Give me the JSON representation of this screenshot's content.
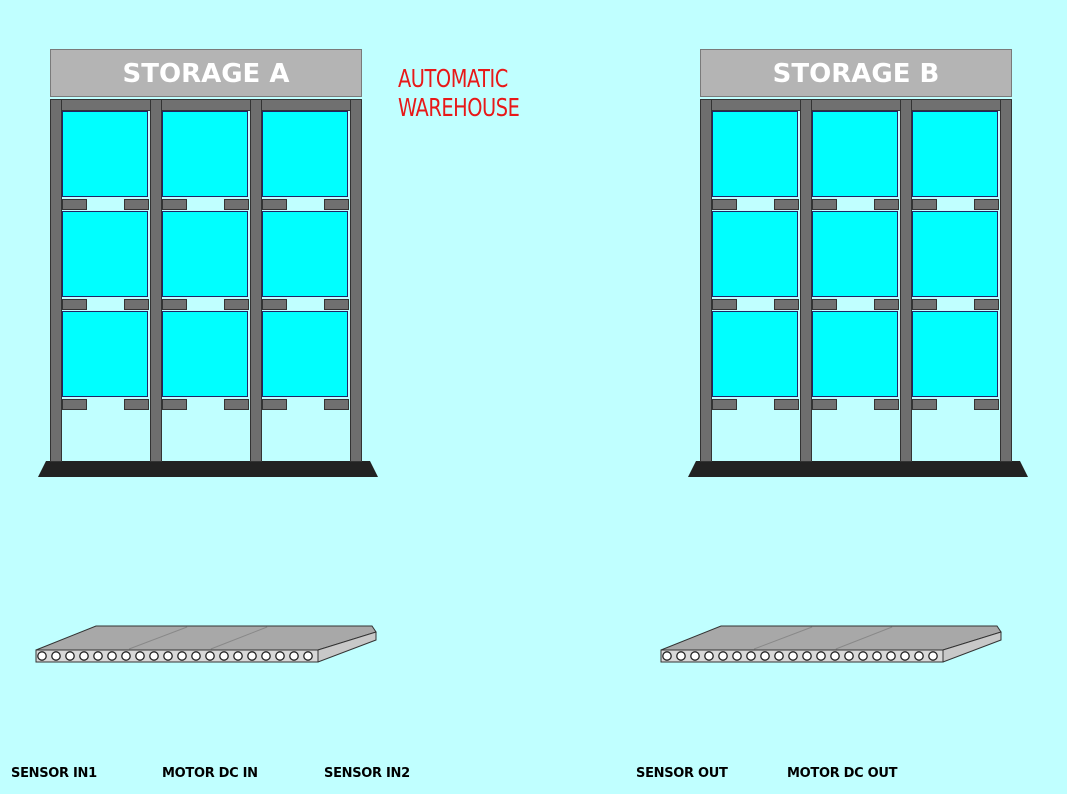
{
  "title": "AUTOMATIC WAREHOUSE",
  "storage_a": {
    "label": "STORAGE A"
  },
  "storage_b": {
    "label": "STORAGE B"
  },
  "labels": {
    "sensor_in1": "SENSOR IN1",
    "motor_dc_in": "MOTOR DC IN",
    "sensor_in2": "SENSOR IN2",
    "sensor_out": "SENSOR OUT",
    "motor_dc_out": "MOTOR DC OUT"
  },
  "colors": {
    "background": "#c0ffff",
    "title": "#e81818",
    "bin": "#00ffff",
    "frame": "#6e6e6e",
    "header": "#b4b4b4"
  }
}
